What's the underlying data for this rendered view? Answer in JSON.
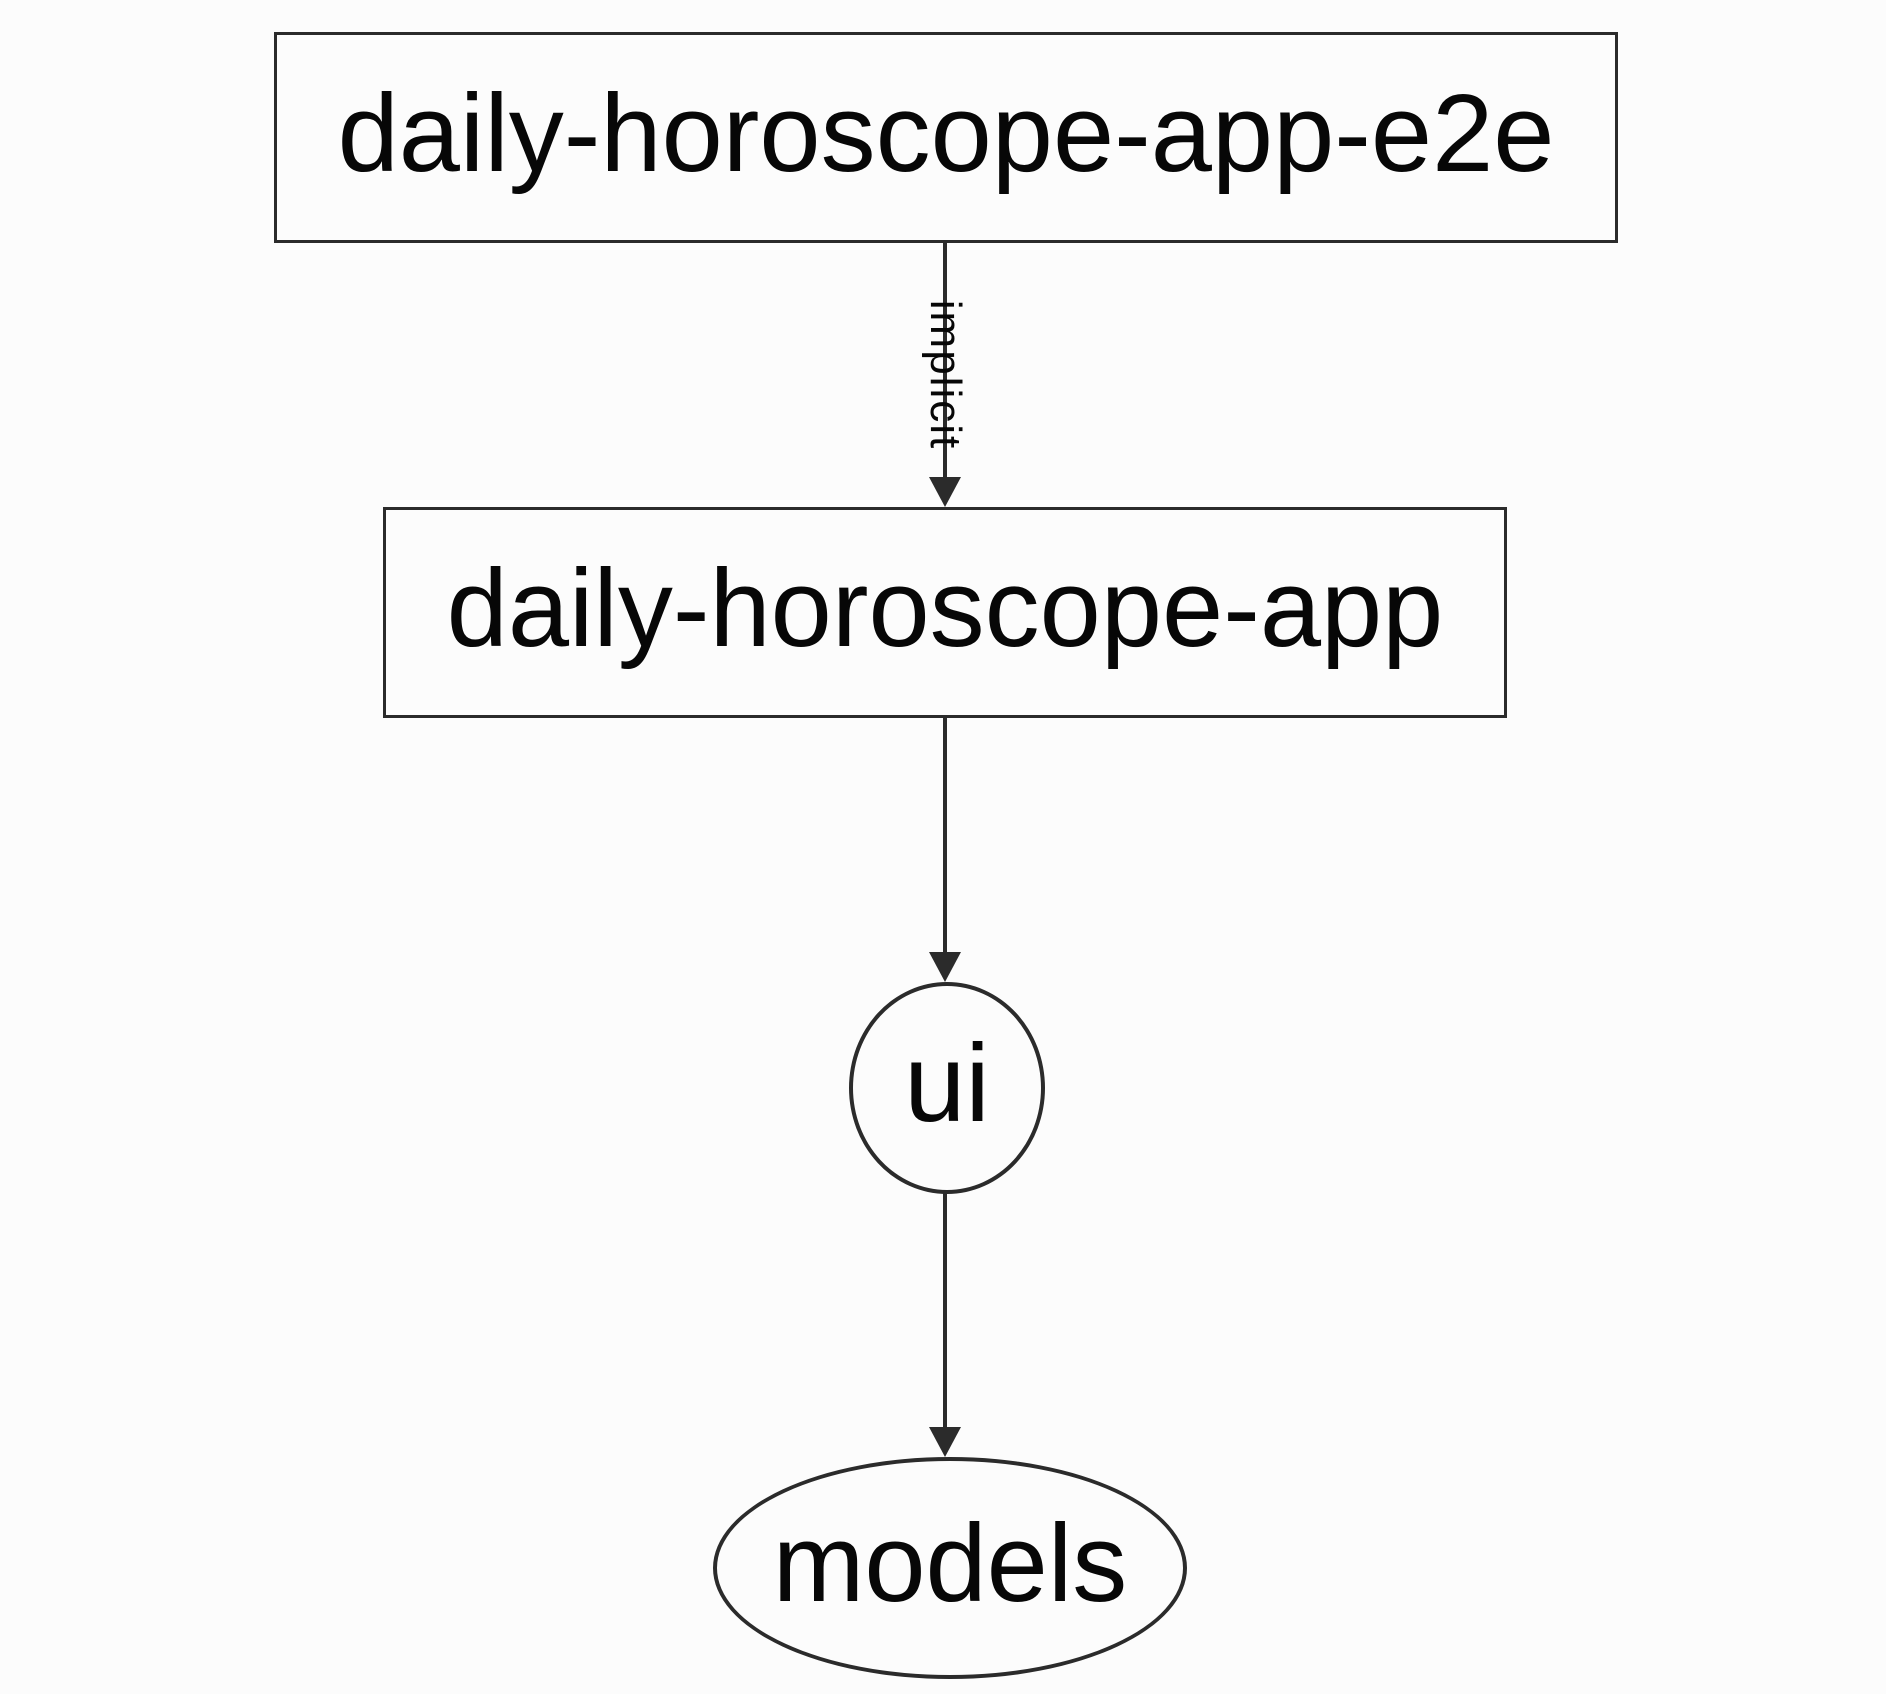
{
  "diagram": {
    "type": "dependency-graph",
    "colors": {
      "background": "#fcfcfc",
      "stroke": "#2b2b2b",
      "text": "#070707"
    },
    "nodes": {
      "e2e": {
        "label": "daily-horoscope-app-e2e",
        "shape": "rectangle"
      },
      "app": {
        "label": "daily-horoscope-app",
        "shape": "rectangle"
      },
      "ui": {
        "label": "ui",
        "shape": "ellipse"
      },
      "models": {
        "label": "models",
        "shape": "ellipse"
      }
    },
    "edges": {
      "e2e_to_app": {
        "from": "daily-horoscope-app-e2e",
        "to": "daily-horoscope-app",
        "label": "implicit"
      },
      "app_to_ui": {
        "from": "daily-horoscope-app",
        "to": "ui",
        "label": ""
      },
      "ui_to_models": {
        "from": "ui",
        "to": "models",
        "label": ""
      }
    }
  }
}
